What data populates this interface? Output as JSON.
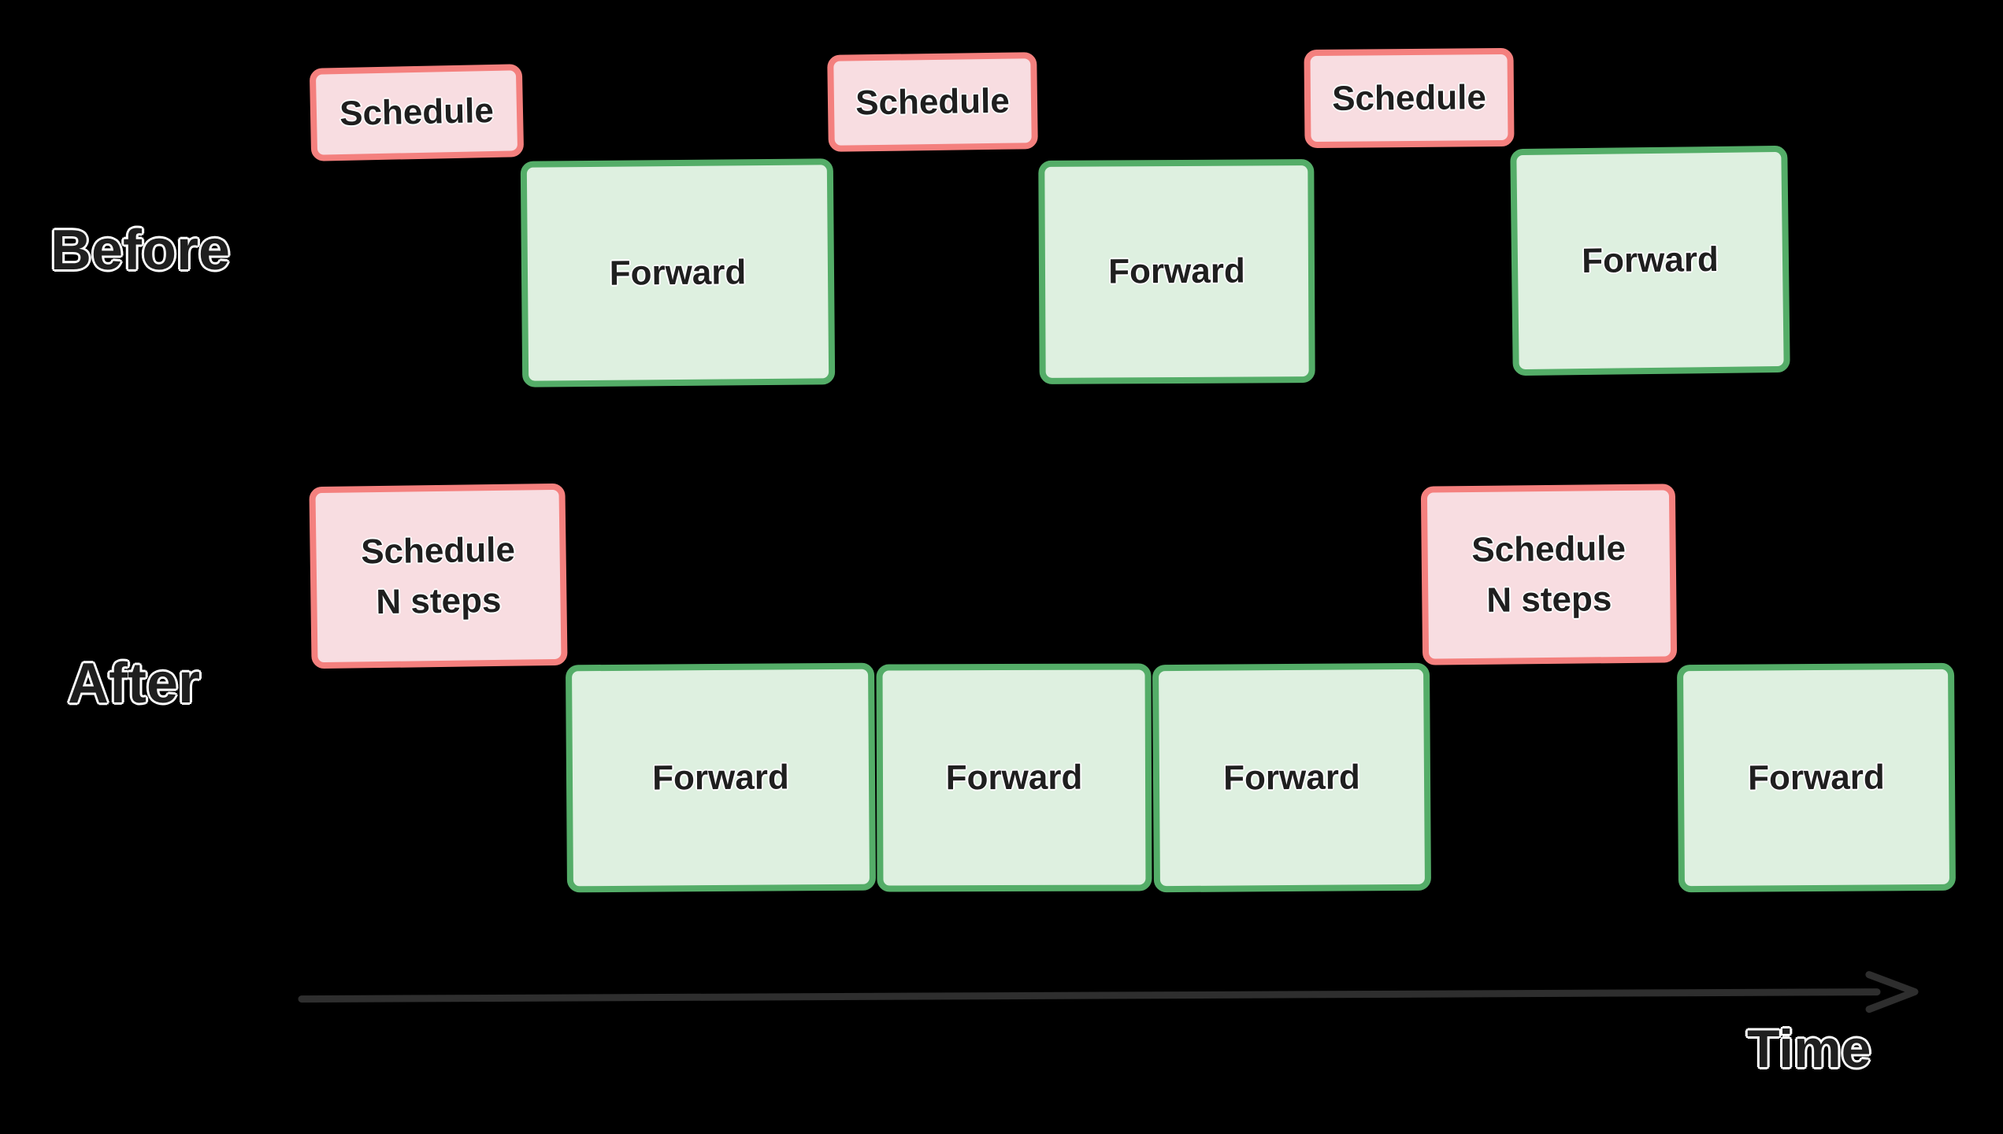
{
  "canvas": {
    "background": "#000000"
  },
  "colors": {
    "canvas_bg": "#000000",
    "schedule_fill": "#f8dde1",
    "schedule_border": "#f4807e",
    "forward_fill": "#def0e0",
    "forward_border": "#54ad68",
    "box_text": "#1f1f1f",
    "label_text": "#1f1f1f",
    "arrow": "#2e2e2e"
  },
  "rows": {
    "before": {
      "label": "Before",
      "boxes": [
        {
          "kind": "schedule",
          "label": "Schedule"
        },
        {
          "kind": "forward",
          "label": "Forward"
        },
        {
          "kind": "schedule",
          "label": "Schedule"
        },
        {
          "kind": "forward",
          "label": "Forward"
        },
        {
          "kind": "schedule",
          "label": "Schedule"
        },
        {
          "kind": "forward",
          "label": "Forward"
        }
      ]
    },
    "after": {
      "label": "After",
      "boxes": [
        {
          "kind": "schedule",
          "label_line1": "Schedule",
          "label_line2": "N steps"
        },
        {
          "kind": "forward",
          "label": "Forward"
        },
        {
          "kind": "forward",
          "label": "Forward"
        },
        {
          "kind": "forward",
          "label": "Forward"
        },
        {
          "kind": "schedule",
          "label_line1": "Schedule",
          "label_line2": "N steps"
        },
        {
          "kind": "forward",
          "label": "Forward"
        }
      ]
    }
  },
  "time_axis": {
    "label": "Time"
  }
}
